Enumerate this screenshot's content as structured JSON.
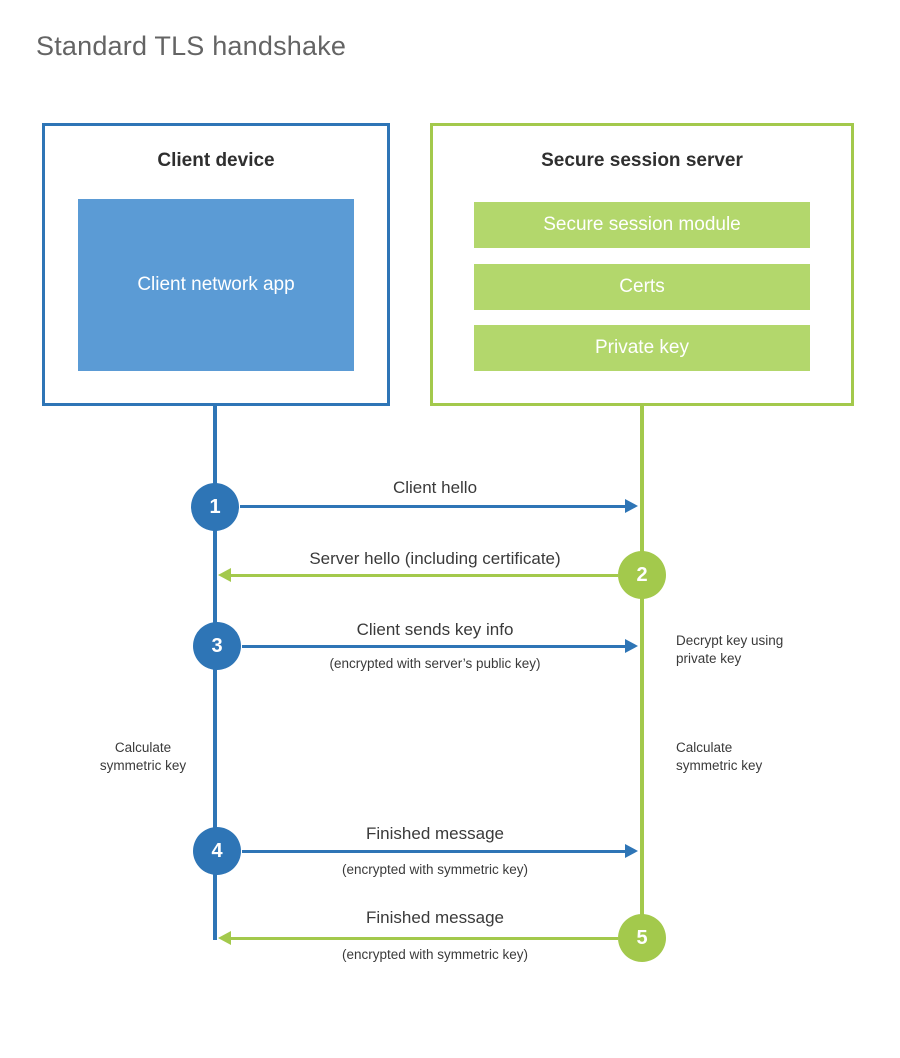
{
  "title": "Standard TLS handshake",
  "colors": {
    "blue": "#2e75b6",
    "blue_fill": "#5b9bd5",
    "green": "#a3c94c",
    "green_fill": "#b3d76c",
    "text_dark": "#3a3a3a",
    "title_gray": "#646464"
  },
  "client": {
    "title": "Client device",
    "app_label": "Client network app"
  },
  "server": {
    "title": "Secure session server",
    "modules": [
      "Secure session module",
      "Certs",
      "Private key"
    ]
  },
  "steps": [
    {
      "num": "1",
      "label": "Client hello",
      "sublabel": ""
    },
    {
      "num": "2",
      "label": "Server hello (including certificate)",
      "sublabel": ""
    },
    {
      "num": "3",
      "label": "Client sends key info",
      "sublabel": "(encrypted with server’s public key)"
    },
    {
      "num": "4",
      "label": "Finished message",
      "sublabel": "(encrypted with symmetric key)"
    },
    {
      "num": "5",
      "label": "Finished message",
      "sublabel": "(encrypted with symmetric key)"
    }
  ],
  "notes": {
    "decrypt": "Decrypt key using private key",
    "calc_left": "Calculate symmetric key",
    "calc_right": "Calculate symmetric key"
  }
}
